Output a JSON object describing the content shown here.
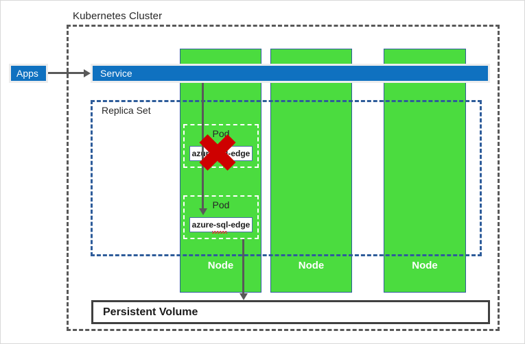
{
  "diagram": {
    "title": "Kubernetes Cluster",
    "cluster_label": "Kubernetes Cluster",
    "replicaset_label": "Replica Set",
    "apps_label": "Apps",
    "service_label": "Service",
    "persistent_volume_label": "Persistent Volume",
    "nodes": [
      {
        "label": "Node"
      },
      {
        "label": "Node"
      },
      {
        "label": "Node"
      }
    ],
    "pods": [
      {
        "label": "Pod",
        "container": "azure-sql-edge",
        "state": "failed"
      },
      {
        "label": "Pod",
        "container": "azure-sql-edge",
        "state": "running"
      }
    ],
    "markers": {
      "failure_x": "red-x-failure-marker"
    },
    "colors": {
      "node_green": "#4BDC3F",
      "node_border_blue": "#2E5C9A",
      "service_blue": "#0F71C0",
      "apps_blue": "#0F71C0",
      "cluster_dash_gray": "#595959",
      "replicaset_dash_blue": "#2E5C9A",
      "arrow_gray": "#595959",
      "failure_red": "#CE0000",
      "pv_border": "#404040",
      "text_dark": "#262626",
      "text_light": "#FFFFFF"
    }
  }
}
